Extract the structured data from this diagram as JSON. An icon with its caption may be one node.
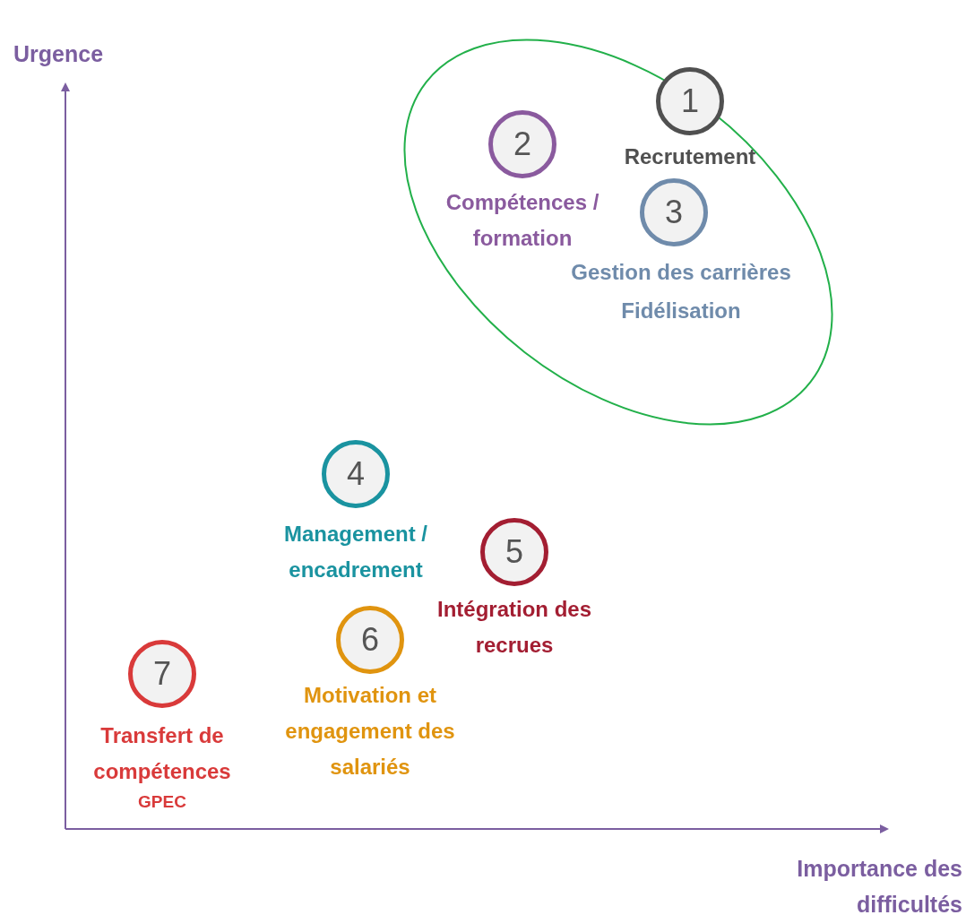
{
  "diagram": {
    "nodes": [
      {
        "text": [],
        "shape": "ellipse"
      },
      {
        "text": [
          "1",
          "Recrutement"
        ],
        "in": 0
      },
      {
        "text": [
          "2",
          "Compétences / formation"
        ],
        "in": 0
      },
      {
        "text": [
          "3",
          "Gestion des carrières",
          "Fidélisation"
        ],
        "in": 0
      },
      {
        "text": [
          "4",
          "Management / encadrement"
        ]
      },
      {
        "text": [
          "5",
          "Intégration des recrues"
        ]
      },
      {
        "text": [
          "6",
          "Motivation et engagement des salariés"
        ]
      },
      {
        "text": [
          "7",
          "Transfert de compétences",
          "GPEC"
        ]
      }
    ],
    "edges": [],
    "labels": [
      "Urgence",
      "Importance des difficultés"
    ]
  }
}
